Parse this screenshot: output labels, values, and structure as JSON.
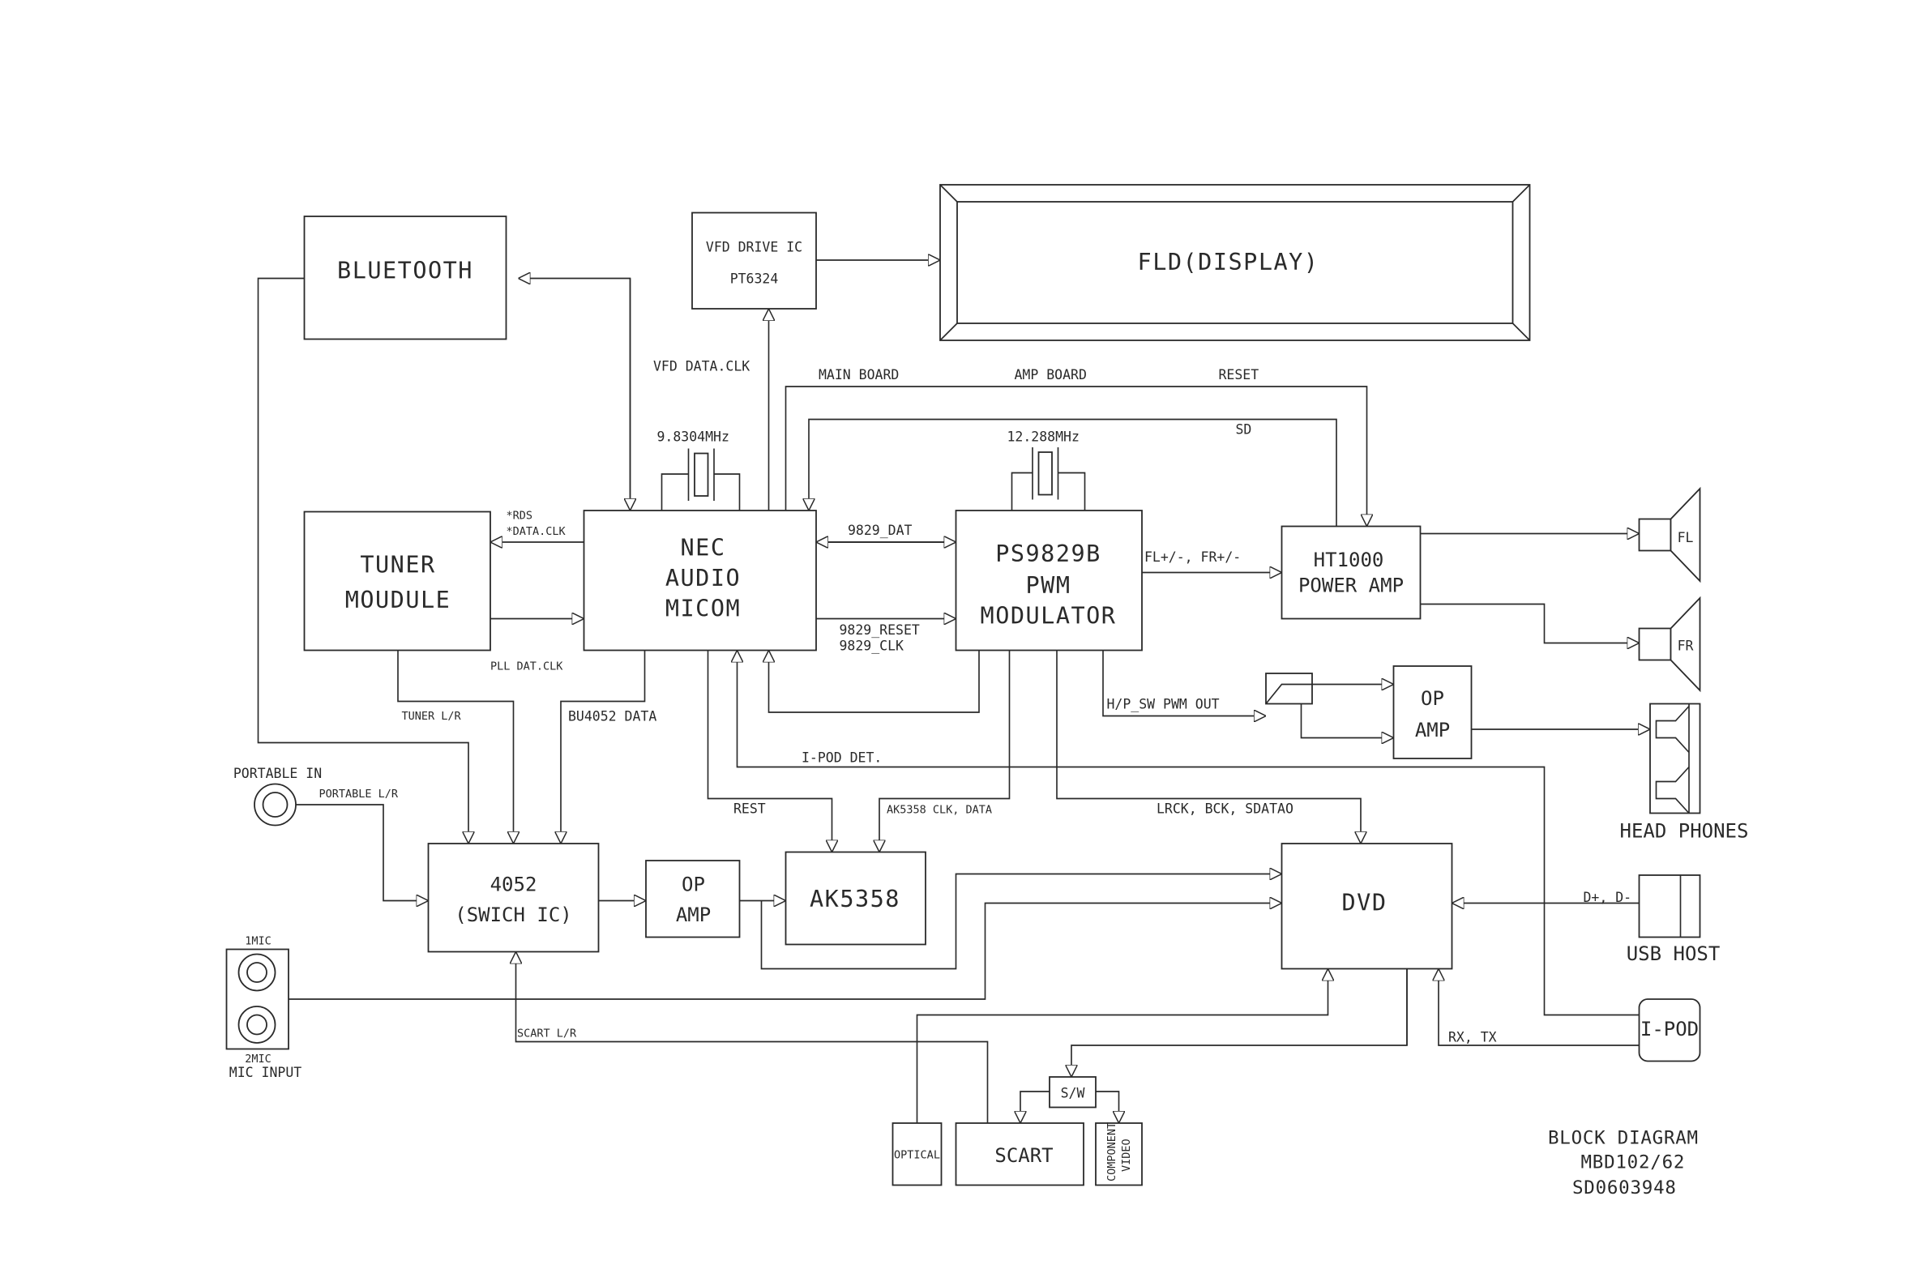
{
  "title_block": {
    "line1": "BLOCK DIAGRAM",
    "line2": "MBD102/62",
    "line3": "SD0603948"
  },
  "blocks": {
    "bluetooth": "BLUETOOTH",
    "vfd_drive_line1": "VFD DRIVE IC",
    "vfd_drive_line2": "PT6324",
    "fld_display": "FLD(DISPLAY)",
    "tuner_line1": "TUNER",
    "tuner_line2": "MOUDULE",
    "nec_line1": "NEC",
    "nec_line2": "AUDIO",
    "nec_line3": "MICOM",
    "ps_line1": "PS9829B",
    "ps_line2": "PWM",
    "ps_line3": "MODULATOR",
    "ht_line1": "HT1000",
    "ht_line2": "POWER AMP",
    "opamp1_line1": "OP",
    "opamp1_line2": "AMP",
    "opamp2_line1": "OP",
    "opamp2_line2": "AMP",
    "switch_line1": "4052",
    "switch_line2": "(SWICH IC)",
    "ak5358": "AK5358",
    "dvd": "DVD",
    "optical": "OPTICAL",
    "scart": "SCART",
    "sw": "S/W",
    "component_line1": "COMPONENT",
    "component_line2": "VIDEO",
    "ipod": "I-POD"
  },
  "peripherals": {
    "speaker_fl": "FL",
    "speaker_fr": "FR",
    "head_phones": "HEAD PHONES",
    "usb_host": "USB HOST",
    "portable_in": "PORTABLE IN",
    "mic_1": "1MIC",
    "mic_2": "2MIC",
    "mic_input": "MIC INPUT"
  },
  "signals": {
    "vfd_data_clk": "VFD DATA.CLK",
    "main_board": "MAIN BOARD",
    "amp_board": "AMP BOARD",
    "reset": "RESET",
    "sd": "SD",
    "xtal1": "9.8304MHz",
    "xtal2": "12.288MHz",
    "rds": "*RDS",
    "data_clk": "*DATA.CLK",
    "pll_dat_clk": "PLL DAT.CLK",
    "dat_9829": "9829_DAT",
    "reset_9829": "9829_RESET",
    "clk_9829": "9829_CLK",
    "fl_fr": "FL+/-, FR+/-",
    "hp_sw": "H/P_SW PWM OUT",
    "tuner_lr": "TUNER L/R",
    "bu4052": "BU4052 DATA",
    "ipod_det": "I-POD DET.",
    "portable_lr": "PORTABLE L/R",
    "rest": "REST",
    "ak_clk": "AK5358 CLK, DATA",
    "lrck": "LRCK, BCK, SDATAO",
    "d_plus_minus": "D+, D-",
    "rx_tx": "RX, TX",
    "scart_lr": "SCART L/R"
  }
}
